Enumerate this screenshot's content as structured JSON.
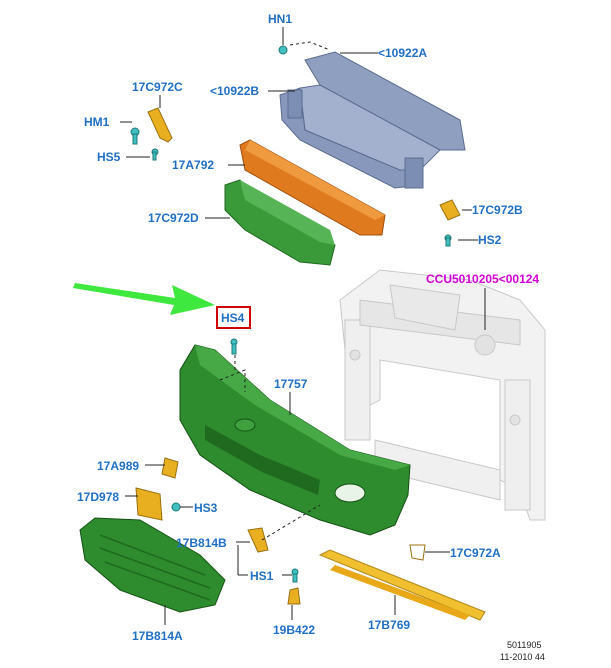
{
  "colors": {
    "label": "#1f6fc4",
    "ccu_label": "#d400d4",
    "highlight_box": "#d00000",
    "arrow": "#3ee83e",
    "bumper": "#2e8b2e",
    "beam": "#8898b8",
    "absorber": "#e07820",
    "bracket_green": "#3a9a3a",
    "carrier": "#d8d8d8",
    "brackets_yellow": "#e8b020",
    "fastener": "#40c0c0"
  },
  "labels": {
    "hn1": "HN1",
    "b10922a": "<10922A",
    "c17c972c": "17C972C",
    "b10922b": "<10922B",
    "hm1": "HM1",
    "hs5": "HS5",
    "a17a792": "17A792",
    "b17c972b": "17C972B",
    "d17c972d": "17C972D",
    "hs2": "HS2",
    "ccu": "CCU5010205<00124",
    "hs4": "HS4",
    "b17757": "17757",
    "a17a989": "17A989",
    "d17d978": "17D978",
    "hs3": "HS3",
    "b17b814b": "17B814B",
    "a17c972a": "17C972A",
    "hs1": "HS1",
    "a17b814a": "17B814A",
    "b19b422": "19B422",
    "b17b769": "17B769"
  },
  "reference": {
    "code": "5011905",
    "date": "11-2010 44"
  }
}
